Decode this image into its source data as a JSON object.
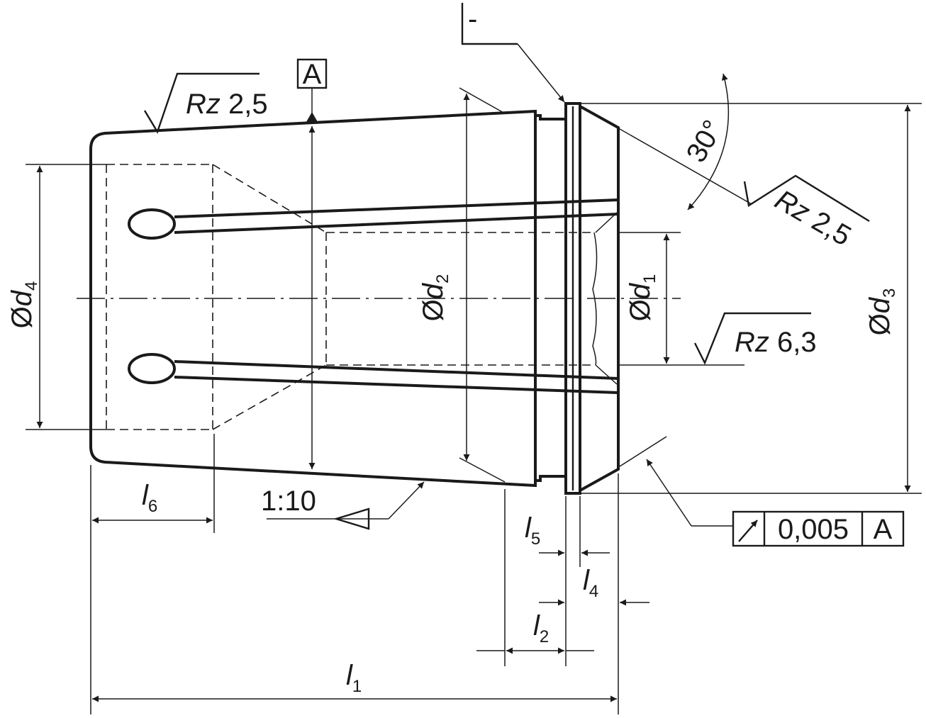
{
  "dimensions": {
    "d1": {
      "prefix": "Ø",
      "letter": "d",
      "sub": "1"
    },
    "d2": {
      "prefix": "Ø",
      "letter": "d",
      "sub": "2"
    },
    "d3": {
      "prefix": "Ø",
      "letter": "d",
      "sub": "3"
    },
    "d4": {
      "prefix": "Ø",
      "letter": "d",
      "sub": "4"
    },
    "l1": {
      "letter": "l",
      "sub": "1"
    },
    "l2": {
      "letter": "l",
      "sub": "2"
    },
    "l4": {
      "letter": "l",
      "sub": "4"
    },
    "l5": {
      "letter": "l",
      "sub": "5"
    },
    "l6": {
      "letter": "l",
      "sub": "6"
    }
  },
  "angle": "30°",
  "taper": "1:10",
  "roughness": {
    "top_taper": {
      "rz": "Rz",
      "value": "2,5"
    },
    "chamfer": {
      "rz": "Rz",
      "value": "2,5"
    },
    "bore": {
      "rz": "Rz",
      "value": "6,3"
    }
  },
  "datum": "A",
  "flatness_symbol": "-",
  "runout_frame": {
    "value": "0,005",
    "datum": "A"
  }
}
